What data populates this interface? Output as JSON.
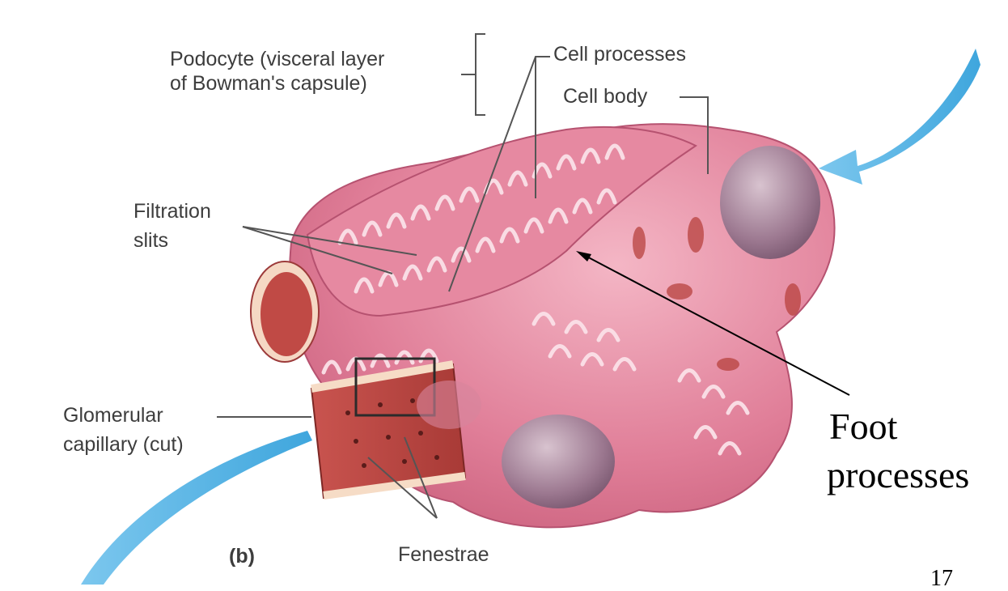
{
  "labels": {
    "podocyte_line1": "Podocyte (visceral layer",
    "podocyte_line2": "of Bowman's capsule)",
    "cell_processes": "Cell processes",
    "cell_body": "Cell body",
    "filtration_line1": "Filtration",
    "filtration_line2": "slits",
    "glomerular_line1": "Glomerular",
    "glomerular_line2": "capillary (cut)",
    "fenestrae": "Fenestrae",
    "panel": "(b)",
    "foot_line1": "Foot",
    "foot_line2": "processes",
    "page_number": "17"
  },
  "colors": {
    "arrow_blue": "#5ab4e6",
    "cell_pink": "#dc6f8d",
    "cell_light": "#ef9eb3",
    "capillary_red": "#b8423e",
    "nucleus": "#a9879c",
    "label_text": "#3d3d3d"
  }
}
